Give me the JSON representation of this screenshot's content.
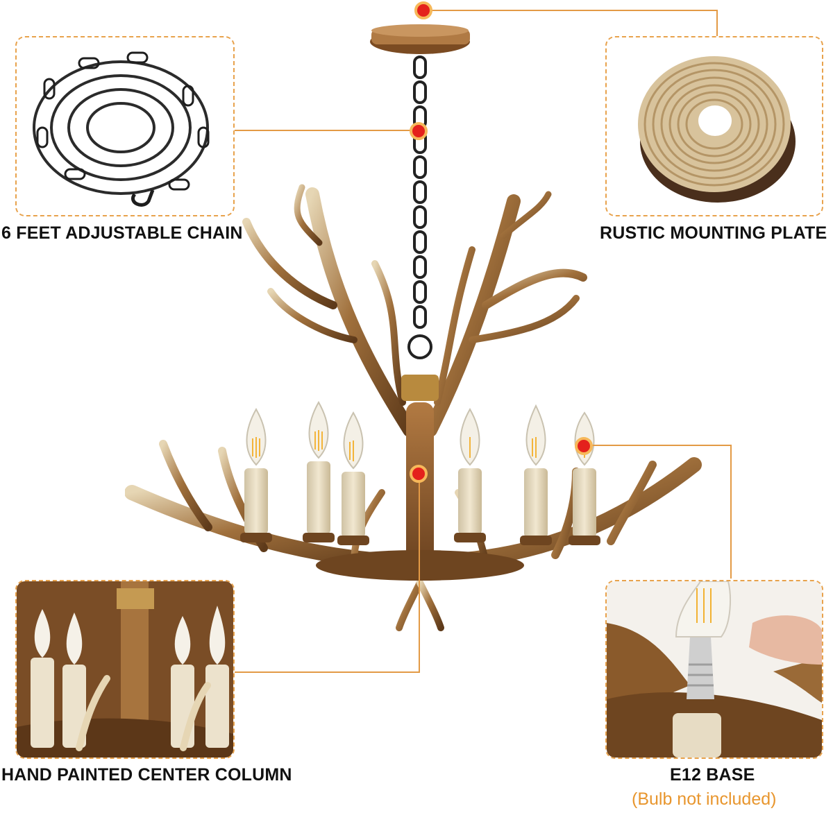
{
  "captions": {
    "chain": "6 FEET ADJUSTABLE CHAIN",
    "mounting_plate": "RUSTIC MOUNTING PLATE",
    "center_column": "HAND PAINTED CENTER COLUMN",
    "base": "E12 BASE",
    "base_note": "(Bulb not included)"
  },
  "colors": {
    "accent_orange": "#e39a45",
    "callout_dot": "#e4211c",
    "antler_brown": "#8a5a2b",
    "antler_tip": "#e2d2b0",
    "candle": "#e8dcc2"
  },
  "icons": [
    "chain-icon",
    "mounting-plate-icon",
    "chandelier-image",
    "center-column-image",
    "bulb-base-image"
  ]
}
